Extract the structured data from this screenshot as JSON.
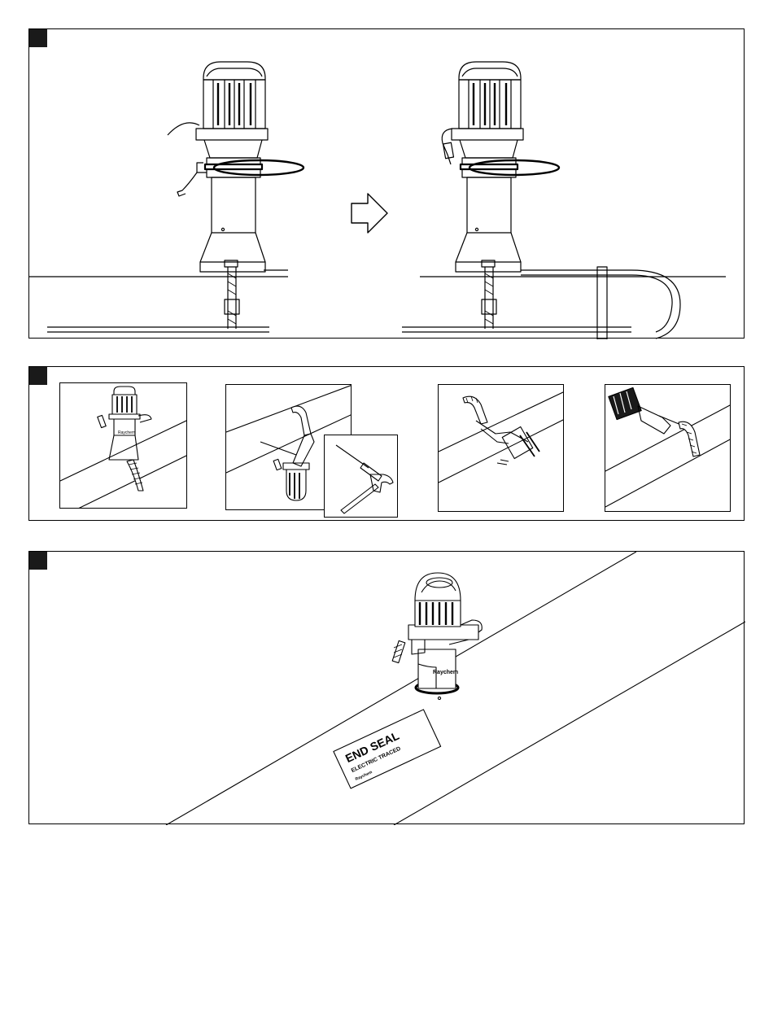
{
  "label": {
    "title": "END SEAL",
    "subtitle": "ELECTRIC TRACED",
    "brand": "Raychem"
  },
  "product_mark": "Raychem"
}
